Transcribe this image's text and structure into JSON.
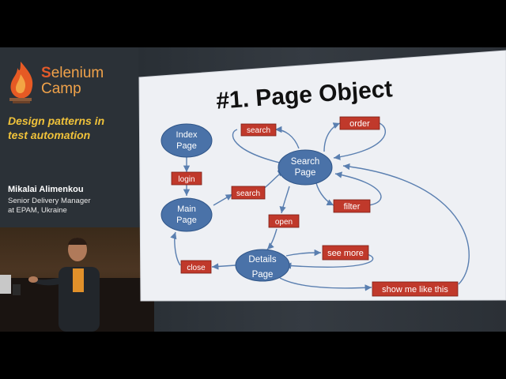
{
  "event": {
    "logo_text_line1_prefix": "S",
    "logo_text_line1_rest": "elenium",
    "logo_text_line2": "Camp",
    "talk_title_line1": "Design patterns in",
    "talk_title_line2": "test automation"
  },
  "speaker": {
    "name": "Mikalai Alimenkou",
    "role_line1": "Senior Delivery Manager",
    "role_line2": "at EPAM, Ukraine"
  },
  "slide": {
    "title": "#1. Page Object",
    "nodes": {
      "index_page_l1": "Index",
      "index_page_l2": "Page",
      "main_page_l1": "Main",
      "main_page_l2": "Page",
      "search_page_l1": "Search",
      "search_page_l2": "Page",
      "details_page_l1": "Details",
      "details_page_l2": "Page"
    },
    "actions": {
      "search_top": "search",
      "order": "order",
      "login": "login",
      "search_mid": "search",
      "filter": "filter",
      "open": "open",
      "see_more": "see more",
      "close": "close",
      "show_me_like_this": "show me like this"
    }
  },
  "colors": {
    "node_fill": "#4a72a8",
    "label_fill": "#c0392b",
    "arrow": "#5a7fb0",
    "slide_bg": "#eef0f4",
    "title_text": "#111111",
    "accent_orange": "#f0a24a",
    "accent_yellow": "#f0c23a"
  }
}
